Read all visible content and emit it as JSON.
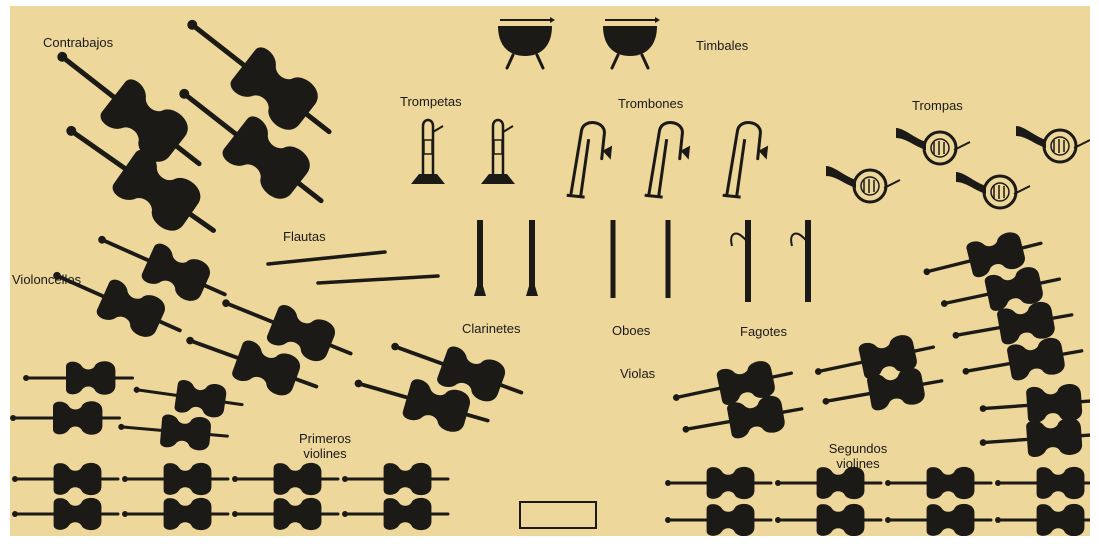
{
  "colors": {
    "background": "#edd79a",
    "ink": "#1c1a17"
  },
  "labels": {
    "contrabajos": "Contrabajos",
    "timbales": "Timbales",
    "trompetas": "Trompetas",
    "trombones": "Trombones",
    "trompas": "Trompas",
    "flautas": "Flautas",
    "violoncellos": "Violoncellos",
    "clarinetes": "Clarinetes",
    "oboes": "Oboes",
    "fagotes": "Fagotes",
    "violas": "Violas",
    "primeros_line1": "Primeros",
    "primeros_line2": "violines",
    "segundos_line1": "Segundos",
    "segundos_line2": "violines"
  },
  "icons": [
    "double-bass-icon",
    "kettledrum-icon",
    "trumpet-icon",
    "trombone-icon",
    "french-horn-icon",
    "flute-icon",
    "clarinet-icon",
    "oboe-icon",
    "bassoon-icon",
    "cello-icon",
    "viola-icon",
    "violin-icon",
    "conductor-podium-icon"
  ]
}
